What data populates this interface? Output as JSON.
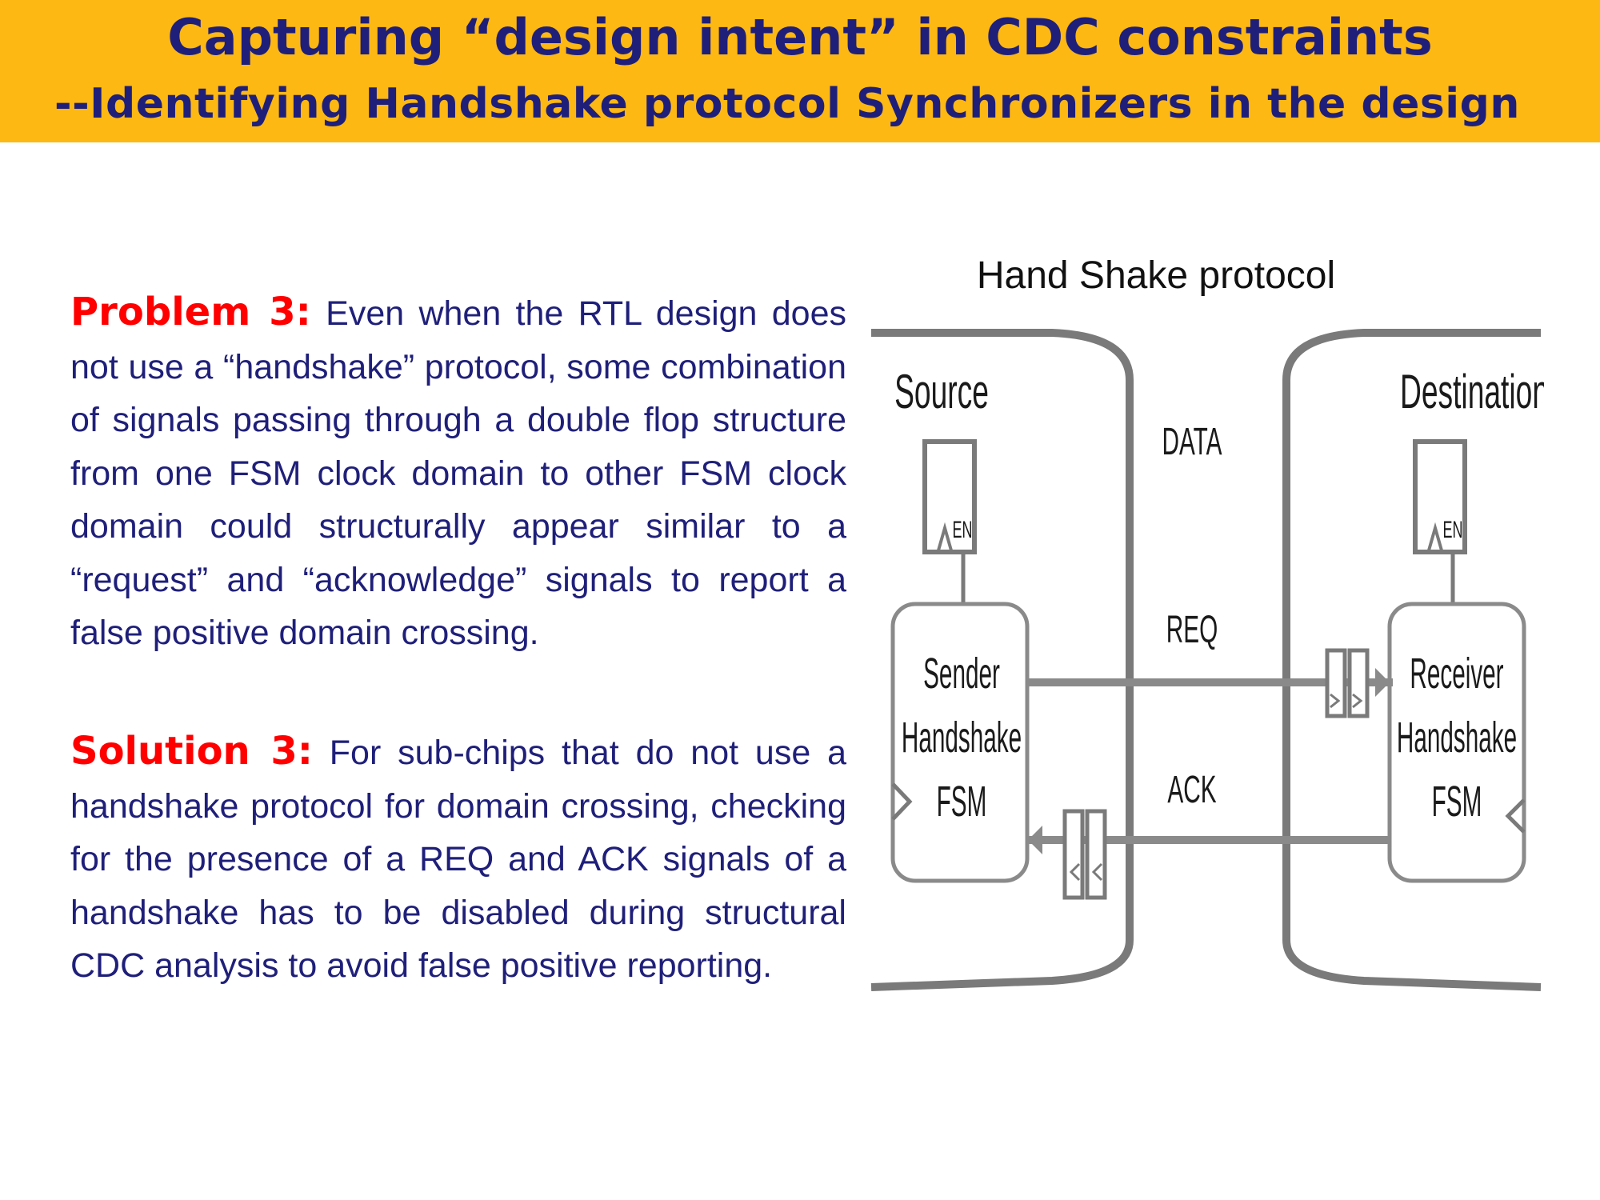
{
  "header": {
    "title": "Capturing “design intent” in CDC constraints",
    "subtitle": "--Identifying  Handshake  protocol Synchronizers in the design"
  },
  "problem": {
    "label": "Problem 3:",
    "text": " Even when the RTL design does not use a “handshake” protocol, some  combination of signals passing through a double flop structure from one FSM clock domain to other FSM clock domain could structurally appear similar to a “request” and “acknowledge” signals to report a false positive domain crossing."
  },
  "solution": {
    "label": "Solution 3:",
    "text": " For sub-chips that do not use a handshake protocol for domain crossing, checking for the presence of a REQ and ACK signals of a handshake has to be disabled during structural CDC analysis to avoid false positive reporting."
  },
  "diagram": {
    "title": "Hand Shake protocol",
    "source_label": "Source",
    "destination_label": "Destination",
    "data_label": "DATA",
    "req_label": "REQ",
    "ack_label": "ACK",
    "enable_label": "EN",
    "sender": [
      "Sender",
      "Handshake",
      "FSM"
    ],
    "receiver": [
      "Receiver",
      "Handshake",
      "FSM"
    ],
    "colors": {
      "outline": "#7a7a7a",
      "text": "#1a1a1a"
    }
  }
}
